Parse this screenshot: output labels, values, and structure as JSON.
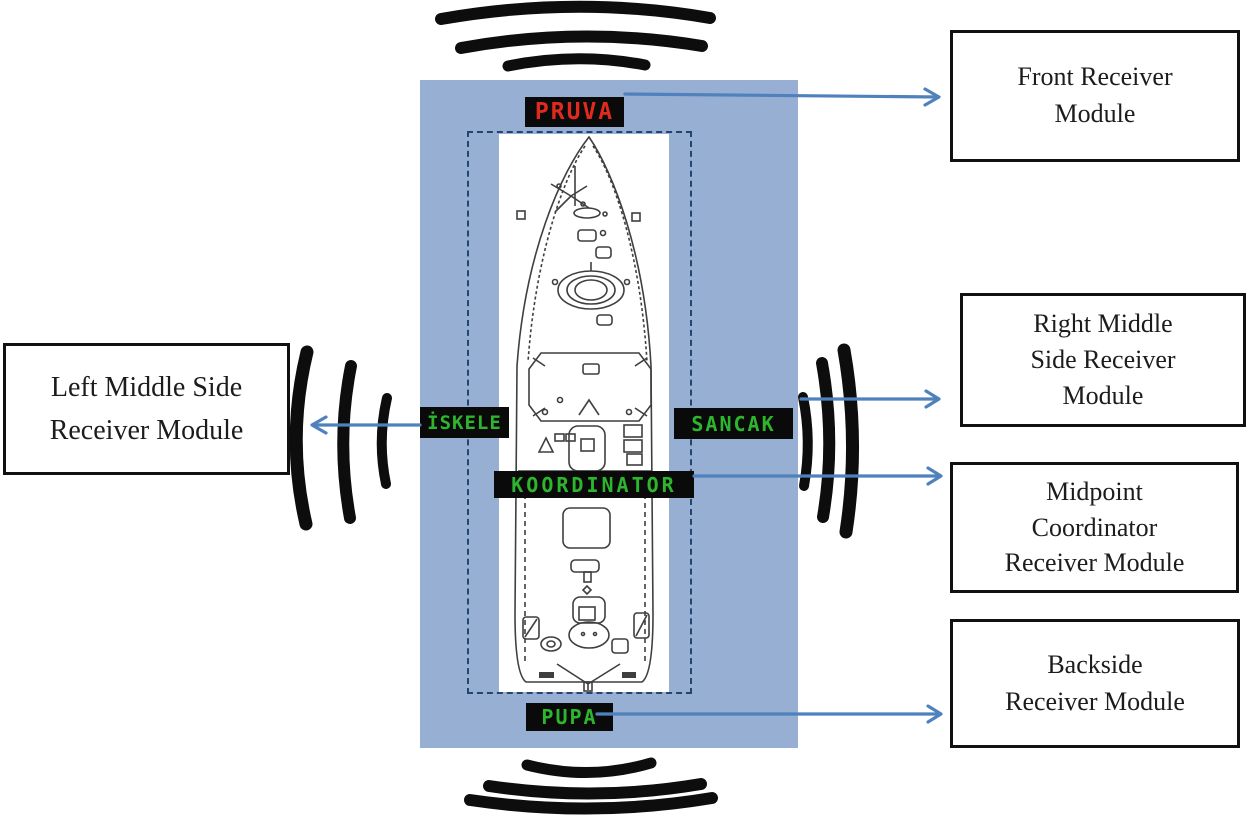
{
  "figure": {
    "ship_labels": {
      "front": "PRUVA",
      "left": "İSKELE",
      "right": "SANCAK",
      "center": "KOORDINATOR",
      "back": "PUPA"
    },
    "modules": {
      "front": {
        "lines": [
          "Front Receiver",
          "Module"
        ]
      },
      "right_middle": {
        "lines": [
          "Right Middle",
          "Side Receiver",
          "Module"
        ]
      },
      "midpoint": {
        "lines": [
          "Midpoint",
          "Coordinator",
          "Receiver Module"
        ]
      },
      "backside": {
        "lines": [
          "Backside",
          "Receiver Module"
        ]
      },
      "left_middle": {
        "lines": [
          "Left Middle Side",
          "Receiver Module"
        ]
      }
    },
    "colors": {
      "panel_blue": "#96afd3",
      "arrow_blue": "#4f81bd",
      "label_green": "#2db52d",
      "label_red": "#e02a1e",
      "label_background": "#0a0a0a",
      "dashed_border": "#23456e",
      "wave_black": "#0d0d0d"
    }
  }
}
